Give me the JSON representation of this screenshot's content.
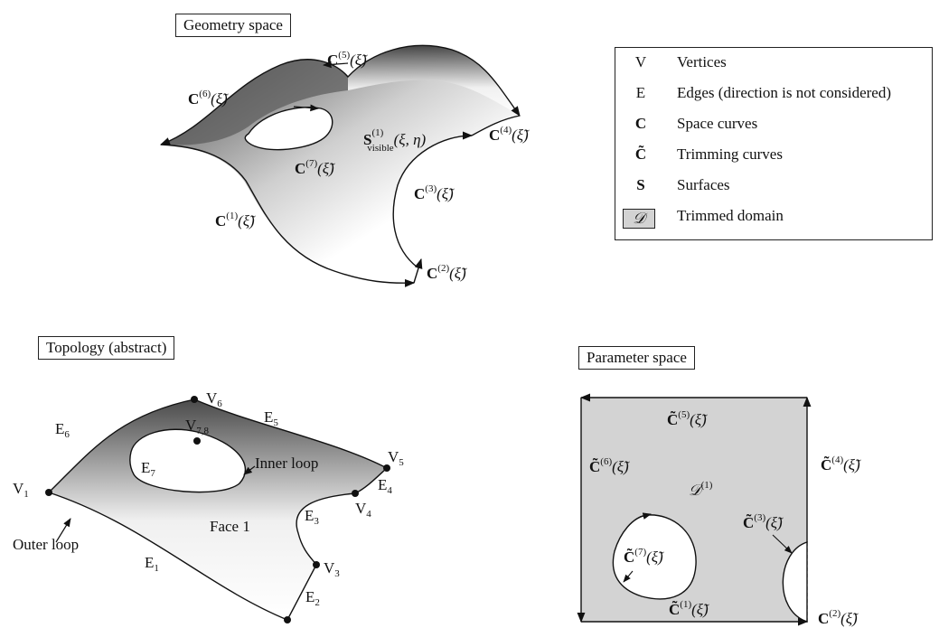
{
  "panels": {
    "geometry_title": "Geometry space",
    "topology_title": "Topology (abstract)",
    "parameter_title": "Parameter space"
  },
  "legend": {
    "rows": [
      {
        "symbol": "V",
        "desc": "Vertices"
      },
      {
        "symbol": "E",
        "desc": "Edges (direction is not considered)"
      },
      {
        "symbol": "C",
        "desc": "Space curves"
      },
      {
        "symbol": "C̃",
        "desc": "Trimming curves"
      },
      {
        "symbol": "S",
        "desc": "Surfaces"
      },
      {
        "symbol": "𝒟",
        "desc": "Trimmed domain"
      }
    ]
  },
  "geometry_labels": {
    "c1": {
      "base": "C",
      "sup": "(1)",
      "arg": "(ξ̃)"
    },
    "c2": {
      "base": "C",
      "sup": "(2)",
      "arg": "(ξ̃)"
    },
    "c3": {
      "base": "C",
      "sup": "(3)",
      "arg": "(ξ̃)"
    },
    "c4": {
      "base": "C",
      "sup": "(4)",
      "arg": "(ξ̃)"
    },
    "c5": {
      "base": "C",
      "sup": "(5)",
      "arg": "(ξ̃)"
    },
    "c6": {
      "base": "C",
      "sup": "(6)",
      "arg": "(ξ̃)"
    },
    "c7": {
      "base": "C",
      "sup": "(7)",
      "arg": "(ξ̃)"
    },
    "s1": {
      "base": "S",
      "sup": "(1)",
      "sub": "visible",
      "arg": "(ξ, η)"
    }
  },
  "topology_labels": {
    "v1": "V",
    "v1_sub": "1",
    "v3": "V",
    "v3_sub": "3",
    "v4": "V",
    "v4_sub": "4",
    "v5": "V",
    "v5_sub": "5",
    "v6": "V",
    "v6_sub": "6",
    "v78": "V",
    "v78_sub": "7,8",
    "e1": "E",
    "e1_sub": "1",
    "e2": "E",
    "e2_sub": "2",
    "e3": "E",
    "e3_sub": "3",
    "e4": "E",
    "e4_sub": "4",
    "e5": "E",
    "e5_sub": "5",
    "e6": "E",
    "e6_sub": "6",
    "e7": "E",
    "e7_sub": "7",
    "inner_loop": "Inner loop",
    "outer_loop": "Outer loop",
    "face": "Face 1"
  },
  "parameter_labels": {
    "c1": {
      "base": "C̃",
      "sup": "(1)",
      "arg": "(ξ̃)"
    },
    "c2": {
      "base": "C",
      "sup": "(2)",
      "arg": "(ξ̃)"
    },
    "c3": {
      "base": "C̃",
      "sup": "(3)",
      "arg": "(ξ̃)"
    },
    "c4": {
      "base": "C̃",
      "sup": "(4)",
      "arg": "(ξ̃)"
    },
    "c5": {
      "base": "C̃",
      "sup": "(5)",
      "arg": "(ξ̃)"
    },
    "c6": {
      "base": "C̃",
      "sup": "(6)",
      "arg": "(ξ̃)"
    },
    "c7": {
      "base": "C̃",
      "sup": "(7)",
      "arg": "(ξ̃)"
    },
    "domain": {
      "base": "𝒟",
      "sup": "(1)"
    }
  },
  "colors": {
    "surface_dark": "#555555",
    "surface_light": "#ffffff",
    "domain_fill": "#d3d3d3",
    "stroke": "#111111"
  }
}
